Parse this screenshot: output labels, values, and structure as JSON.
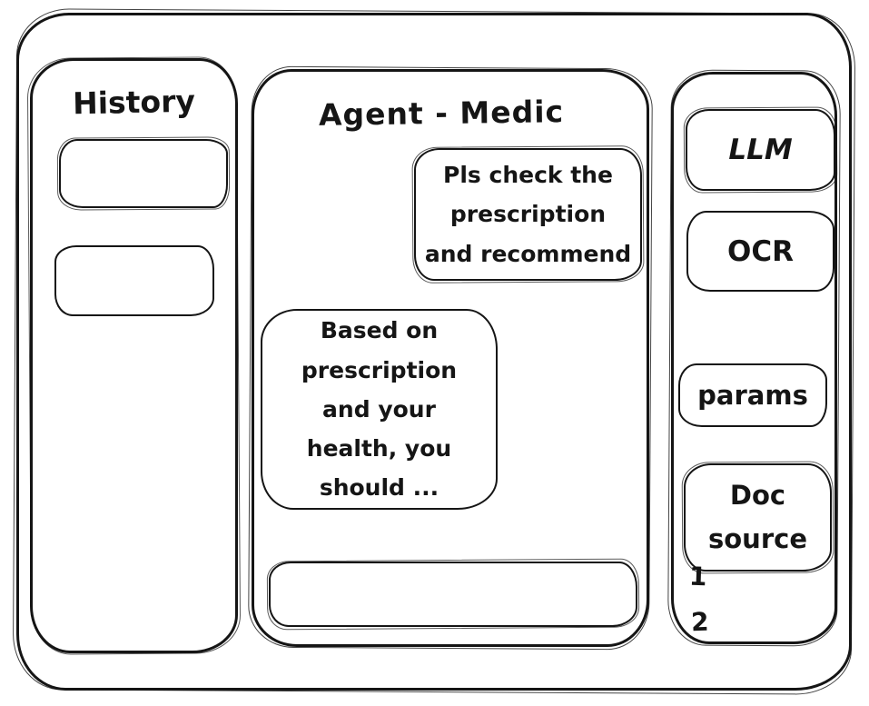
{
  "window": {
    "background": "#ffffff",
    "stroke_color": "#151515"
  },
  "history_panel": {
    "title": "History"
  },
  "chat": {
    "title": "Agent - Medic",
    "messages": [
      {
        "role": "user",
        "text": "Pls check the\nprescription\nand recommend"
      },
      {
        "role": "assistant",
        "text": "Based on\nprescription\nand your\nhealth, you\nshould ..."
      }
    ],
    "input": {
      "value": "",
      "placeholder": ""
    }
  },
  "tools": {
    "llm_label": "LLM",
    "ocr_label": "OCR",
    "params_label": "params",
    "doc_source_label": "Doc\nsource",
    "doc_items": [
      "1",
      "2"
    ]
  }
}
